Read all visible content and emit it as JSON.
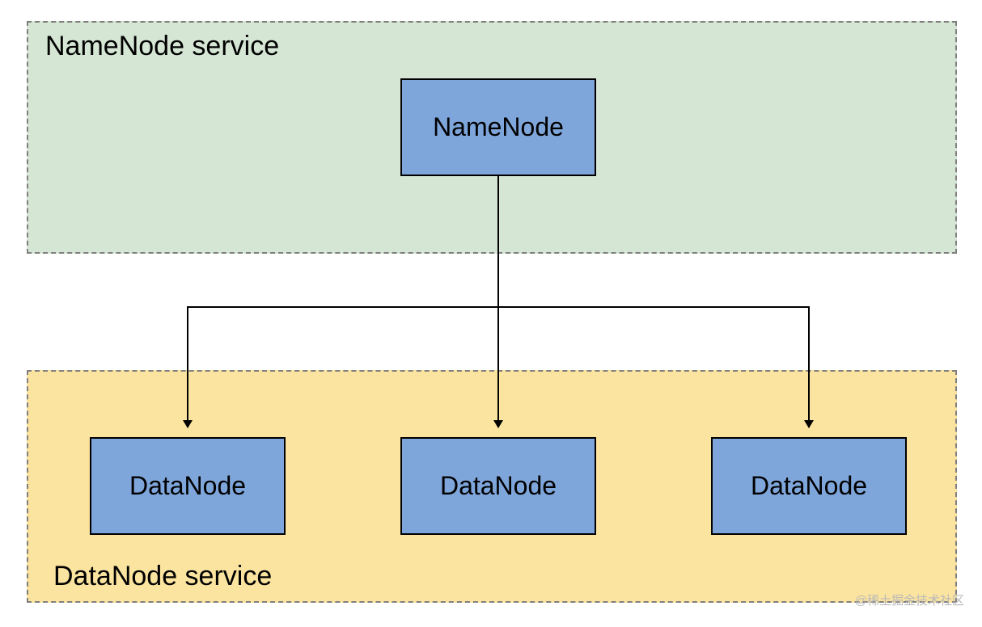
{
  "groups": {
    "namenode_service": {
      "label": "NameNode service",
      "fill": "#d5e6d4"
    },
    "datanode_service": {
      "label": "DataNode service",
      "fill": "#fbe49f"
    }
  },
  "nodes": {
    "namenode": {
      "label": "NameNode"
    },
    "datanodes": [
      {
        "label": "DataNode"
      },
      {
        "label": "DataNode"
      },
      {
        "label": "DataNode"
      }
    ],
    "fill": "#7ea6db"
  },
  "edges": [
    {
      "from": "NameNode",
      "to": "DataNode 1"
    },
    {
      "from": "NameNode",
      "to": "DataNode 2"
    },
    {
      "from": "NameNode",
      "to": "DataNode 3"
    }
  ],
  "watermark": "@稀土掘金技术社区"
}
